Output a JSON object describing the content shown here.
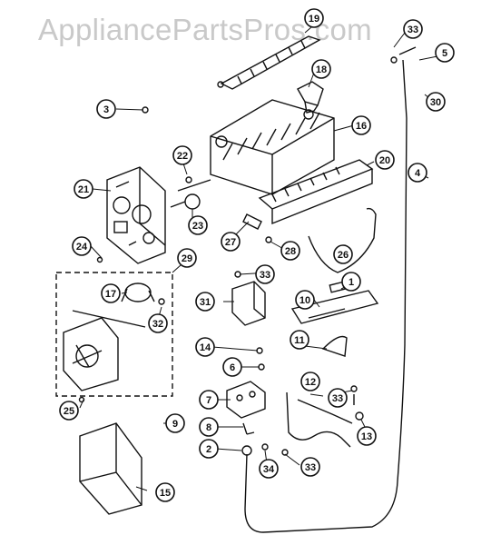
{
  "watermark": "AppliancePartsPros.com",
  "callouts": [
    "1",
    "2",
    "3",
    "4",
    "5",
    "6",
    "7",
    "8",
    "9",
    "10",
    "11",
    "12",
    "13",
    "14",
    "15",
    "16",
    "17",
    "18",
    "19",
    "20",
    "21",
    "22",
    "23",
    "24",
    "25",
    "26",
    "27",
    "28",
    "29",
    "30",
    "31",
    "32",
    "33",
    "33",
    "33",
    "33",
    "34"
  ]
}
